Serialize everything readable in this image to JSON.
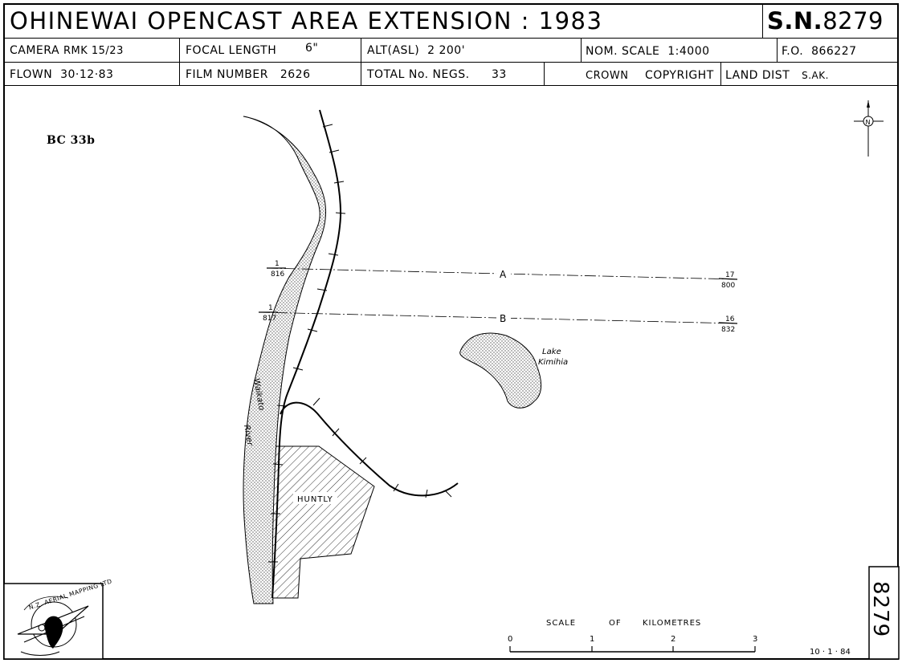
{
  "header": {
    "title": "OHINEWAI OPENCAST AREA EXTENSION : 1983",
    "sn_prefix": "S.N.",
    "sn_number": "8279",
    "camera_label": "CAMERA",
    "camera_value": "RMK 15/23",
    "focal_label": "FOCAL LENGTH",
    "focal_value": "6\"",
    "alt_label": "ALT(ASL)",
    "alt_value": "2 200'",
    "scale_label": "NOM. SCALE",
    "scale_value": "1:4000",
    "fo_label": "F.O.",
    "fo_value": "866227",
    "flown_label": "FLOWN",
    "flown_value": "30·12·83",
    "film_label": "FILM NUMBER",
    "film_value": "2626",
    "negs_label": "TOTAL No. NEGS.",
    "negs_value": "33",
    "crown_label": "CROWN",
    "copyright_label": "COPYRIGHT",
    "land_label": "LAND DIST",
    "land_value": "S.AK."
  },
  "sheet_ref": "BC 33b",
  "map": {
    "river_name_1": "Waikato",
    "river_name_2": "River",
    "lake_name_1": "Lake",
    "lake_name_2": "Kimihia",
    "town_name": "HUNTLY",
    "north_symbol": "N",
    "run_a": {
      "label": "A",
      "start_frame": "1",
      "start_neg": "816",
      "end_frame": "17",
      "end_neg": "800"
    },
    "run_b": {
      "label": "B",
      "start_frame": "1",
      "start_neg": "817",
      "end_frame": "16",
      "end_neg": "832"
    }
  },
  "scale_bar": {
    "title_1": "SCALE",
    "title_2": "OF",
    "title_3": "KILOMETRES",
    "ticks": [
      "0",
      "1",
      "2",
      "3"
    ]
  },
  "footer": {
    "date": "10 · 1 · 84",
    "sheet_number_vertical": "8279",
    "logo_text": "N.Z. AERIAL MAPPING LTD"
  },
  "colors": {
    "ink": "#000000",
    "paper": "#ffffff",
    "river_fill": "#d9d9d9"
  }
}
